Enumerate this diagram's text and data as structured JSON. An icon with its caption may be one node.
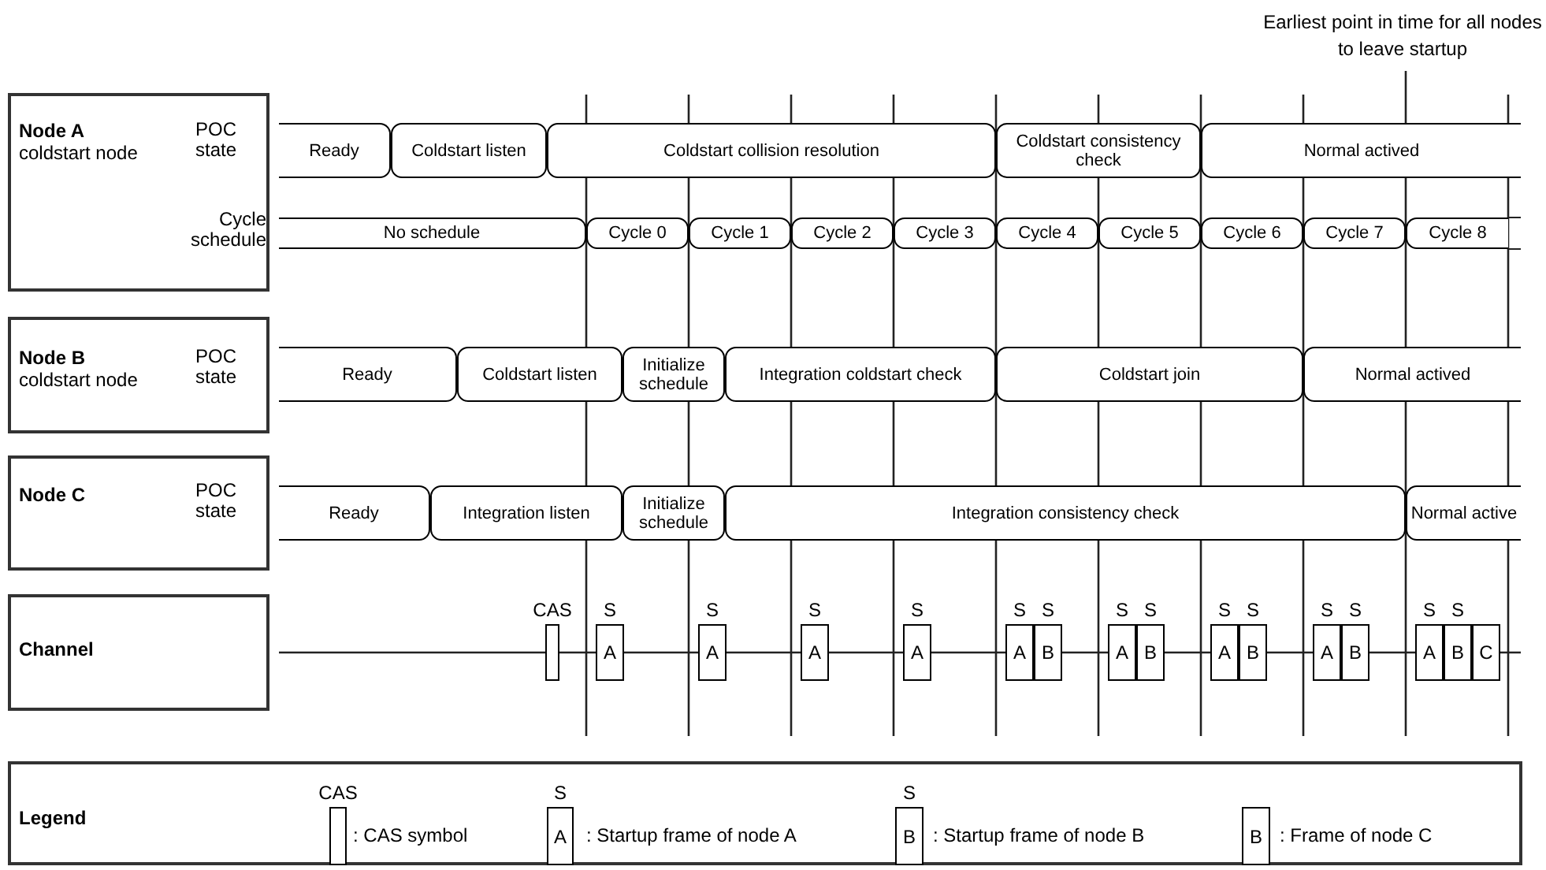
{
  "diagram": {
    "nodes": [
      {
        "text": [
          "Node A",
          "coldstart node",
          "POC state",
          "Cycle schedule"
        ]
      },
      {
        "text": [
          "Ready"
        ]
      },
      {
        "text": [
          "Coldstart listen"
        ]
      },
      {
        "text": [
          "Coldstart collision resolution"
        ]
      },
      {
        "text": [
          "Coldstart consistency check"
        ]
      },
      {
        "text": [
          "Normal actived"
        ]
      },
      {
        "text": [
          "No schedule"
        ]
      },
      {
        "text": [
          "Cycle 0"
        ]
      },
      {
        "text": [
          "Cycle 1"
        ]
      },
      {
        "text": [
          "Cycle 2"
        ]
      },
      {
        "text": [
          "Cycle 3"
        ]
      },
      {
        "text": [
          "Cycle 4"
        ]
      },
      {
        "text": [
          "Cycle 5"
        ]
      },
      {
        "text": [
          "Cycle 6"
        ]
      },
      {
        "text": [
          "Cycle 7"
        ]
      },
      {
        "text": [
          "Cycle 8"
        ]
      },
      {
        "text": [
          "Node B",
          "coldstart node",
          "POC state"
        ]
      },
      {
        "text": [
          "Ready"
        ]
      },
      {
        "text": [
          "Coldstart listen"
        ]
      },
      {
        "text": [
          "Initialize schedule"
        ]
      },
      {
        "text": [
          "Integration coldstart check"
        ]
      },
      {
        "text": [
          "Coldstart join"
        ]
      },
      {
        "text": [
          "Normal actived"
        ]
      },
      {
        "text": [
          "Node C",
          "POC state"
        ]
      },
      {
        "text": [
          "Ready"
        ]
      },
      {
        "text": [
          "Integration listen"
        ]
      },
      {
        "text": [
          "Initialize schedule"
        ]
      },
      {
        "text": [
          "Integration consistency check"
        ]
      },
      {
        "text": [
          "Normal active"
        ]
      },
      {
        "text": [
          "Channel"
        ]
      },
      {
        "text": [],
        "shape": "box",
        "beside": [
          "CAS"
        ]
      },
      {
        "text": [
          "A"
        ],
        "beside": [
          "S"
        ]
      },
      {
        "text": [
          "A"
        ],
        "beside": [
          "S"
        ]
      },
      {
        "text": [
          "A"
        ],
        "beside": [
          "S"
        ]
      },
      {
        "text": [
          "A"
        ],
        "beside": [
          "S"
        ]
      },
      {
        "text": [
          "A"
        ],
        "beside": [
          "S"
        ]
      },
      {
        "text": [
          "B"
        ],
        "beside": [
          "S"
        ]
      },
      {
        "text": [
          "A"
        ],
        "beside": [
          "S"
        ]
      },
      {
        "text": [
          "B"
        ],
        "beside": [
          "S"
        ]
      },
      {
        "text": [
          "A"
        ],
        "beside": [
          "S"
        ]
      },
      {
        "text": [
          "B"
        ],
        "beside": [
          "S"
        ]
      },
      {
        "text": [
          "A"
        ],
        "beside": [
          "S"
        ]
      },
      {
        "text": [
          "B"
        ],
        "beside": [
          "S"
        ]
      },
      {
        "text": [
          "A"
        ],
        "beside": [
          "S"
        ]
      },
      {
        "text": [
          "B"
        ],
        "beside": [
          "S"
        ]
      },
      {
        "text": [
          "C"
        ]
      },
      {
        "text": [
          "Legend"
        ]
      },
      {
        "text": [],
        "shape": "box",
        "beside": [
          "CAS"
        ],
        "in": 46
      },
      {
        "text": [
          "A"
        ],
        "beside": [
          "S"
        ],
        "in": 46
      },
      {
        "text": [
          "B"
        ],
        "beside": [
          "S"
        ],
        "in": 46
      },
      {
        "text": [
          "B"
        ],
        "in": 46
      }
    ],
    "labels": [
      "Earliest point in time for all nodes to leave startup"
    ],
    "legend": [
      {
        "text": ": CAS symbol"
      },
      {
        "text": ": Startup frame of node A"
      },
      {
        "text": ": Startup frame of node B"
      },
      {
        "text": ": Frame of node C"
      }
    ]
  }
}
